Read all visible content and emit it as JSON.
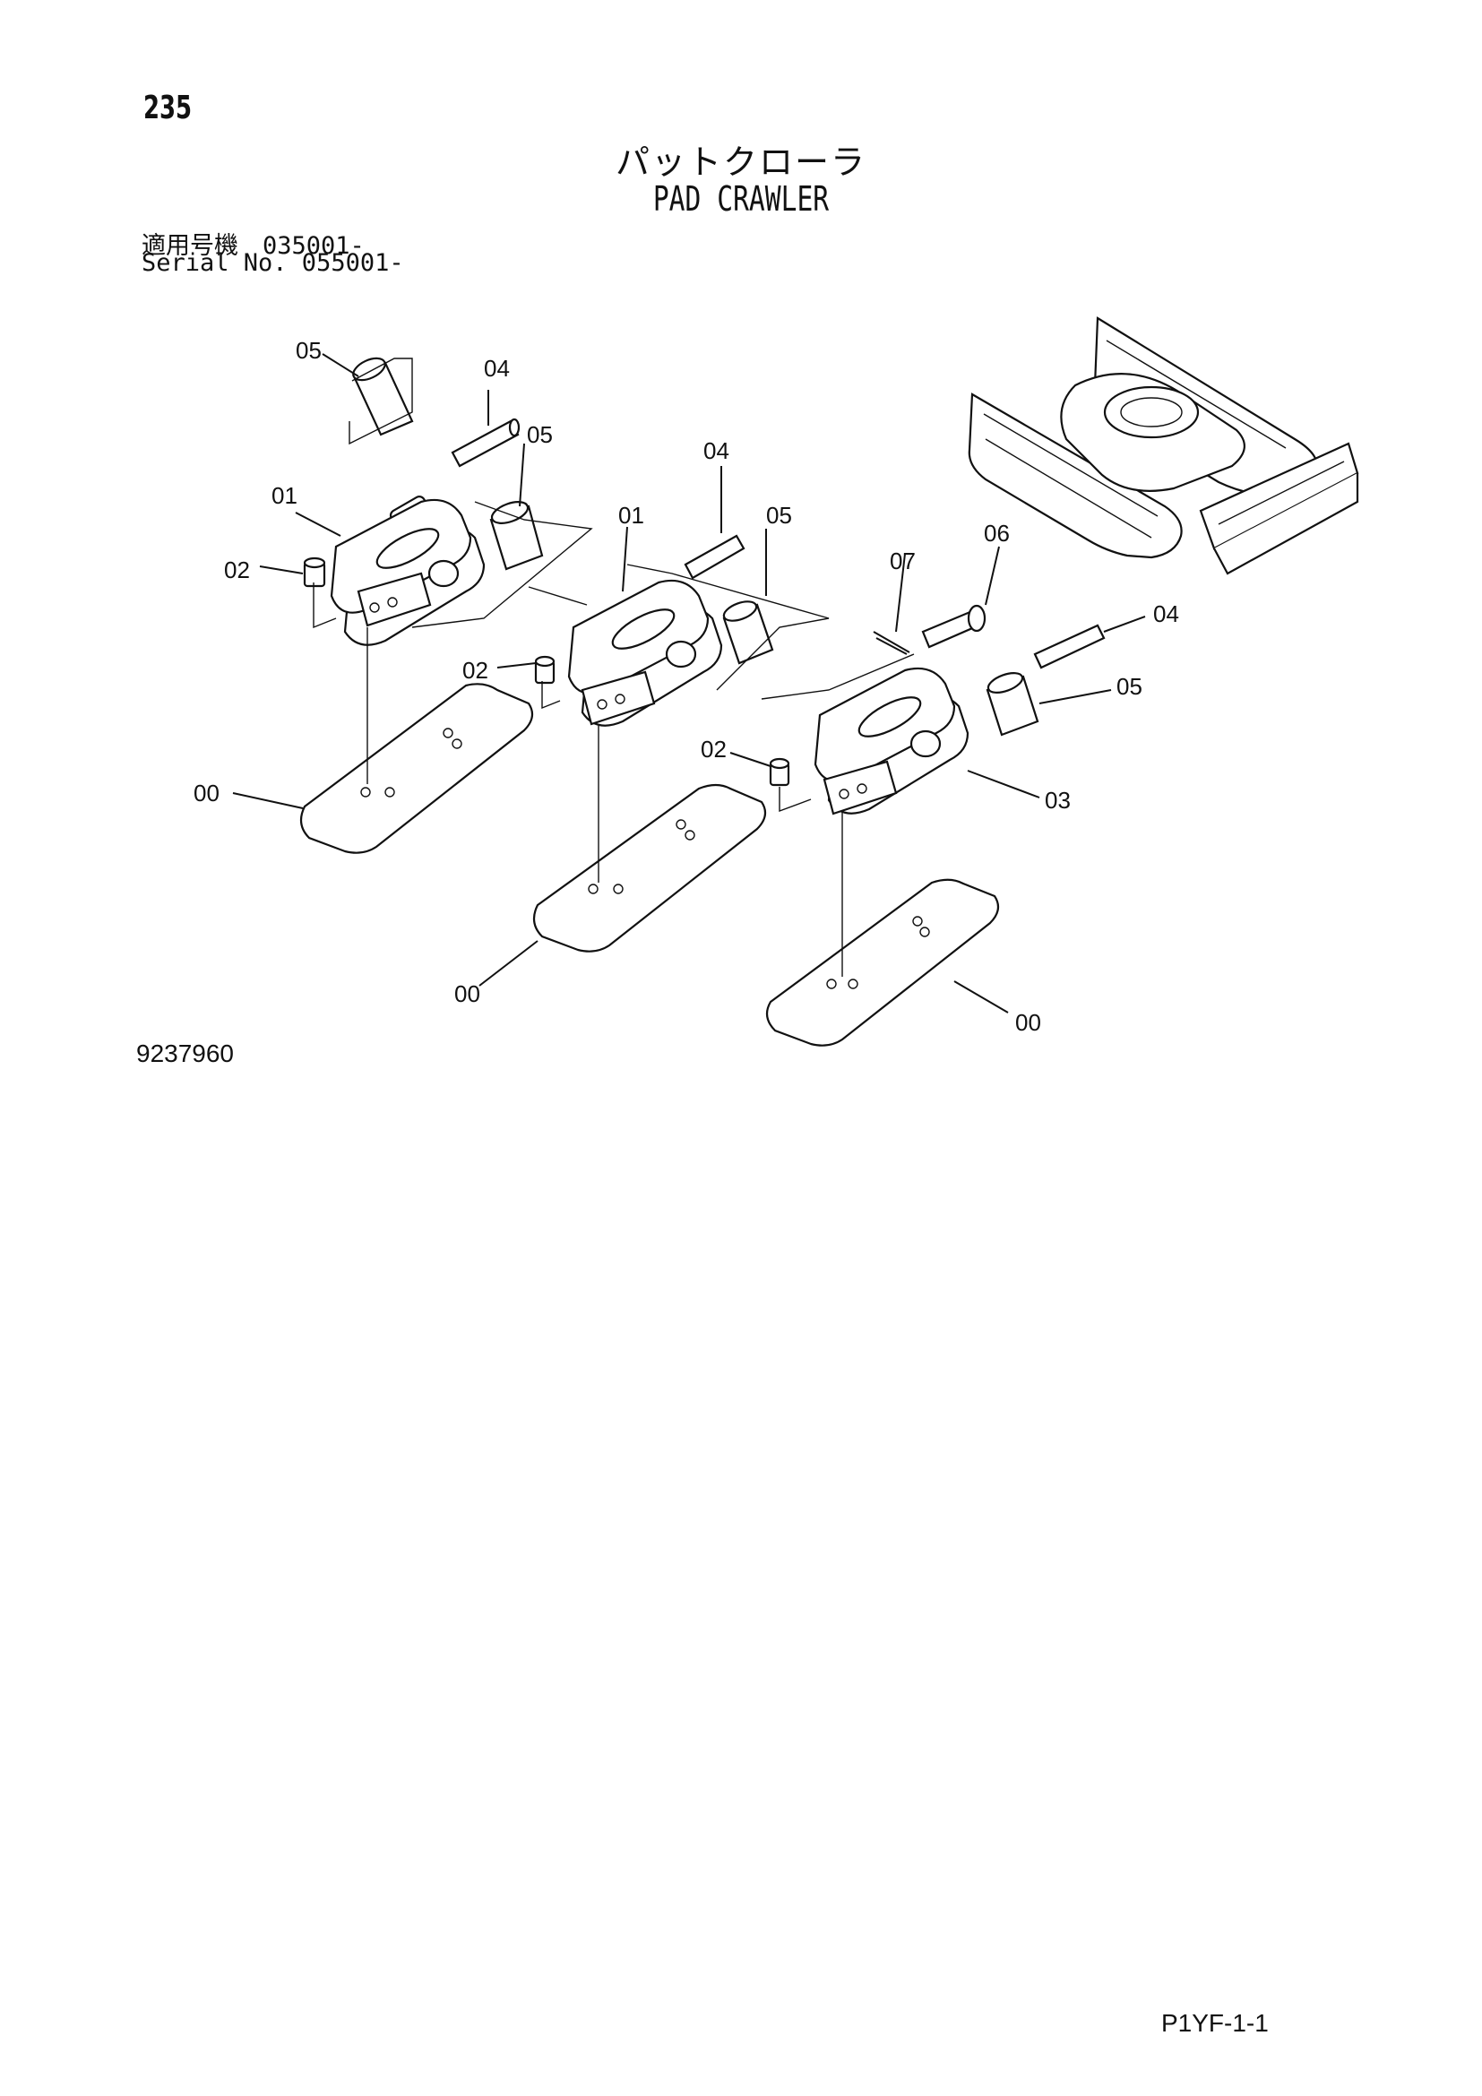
{
  "page": {
    "number": "235",
    "title_jp": "パットクローラ",
    "title_en": "PAD CRAWLER",
    "serial_line_1": "適用号機　035001-",
    "serial_line_2": "Serial No. 055001-",
    "drawing_number": "9237960",
    "page_code": "P1YF-1-1"
  },
  "callouts": {
    "c00a": "00",
    "c00b": "00",
    "c00c": "00",
    "c01a": "01",
    "c01b": "01",
    "c02a": "02",
    "c02b": "02",
    "c02c": "02",
    "c03": "03",
    "c04a": "04",
    "c04b": "04",
    "c04c": "04",
    "c05a": "05",
    "c05b": "05",
    "c05c": "05",
    "c05d": "05",
    "c06": "06",
    "c07": "07"
  }
}
